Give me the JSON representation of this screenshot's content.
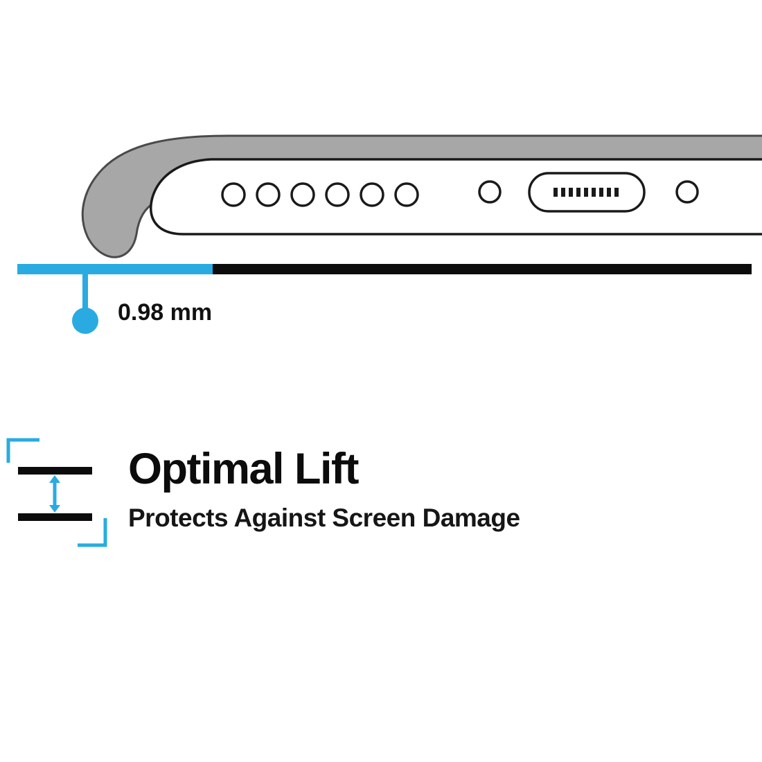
{
  "colors": {
    "accent": "#29abe2",
    "ink": "#0c0c0c",
    "case_gray": "#a7a7a7",
    "case_outline": "#4a4a4a",
    "phone_outline": "#1a1a1a"
  },
  "measurement": {
    "value": "0.98 mm"
  },
  "feature": {
    "title": "Optimal Lift",
    "subtitle": "Protects Against Screen Damage"
  },
  "icons": {
    "lift_icon": "double-arrow-between-bars-with-corner-brackets",
    "measurement_dot": "filled-circle-leader",
    "charging_port": "pill-with-pin-row",
    "speaker_holes": "row-of-six-circles",
    "screws": "two-small-circles"
  }
}
